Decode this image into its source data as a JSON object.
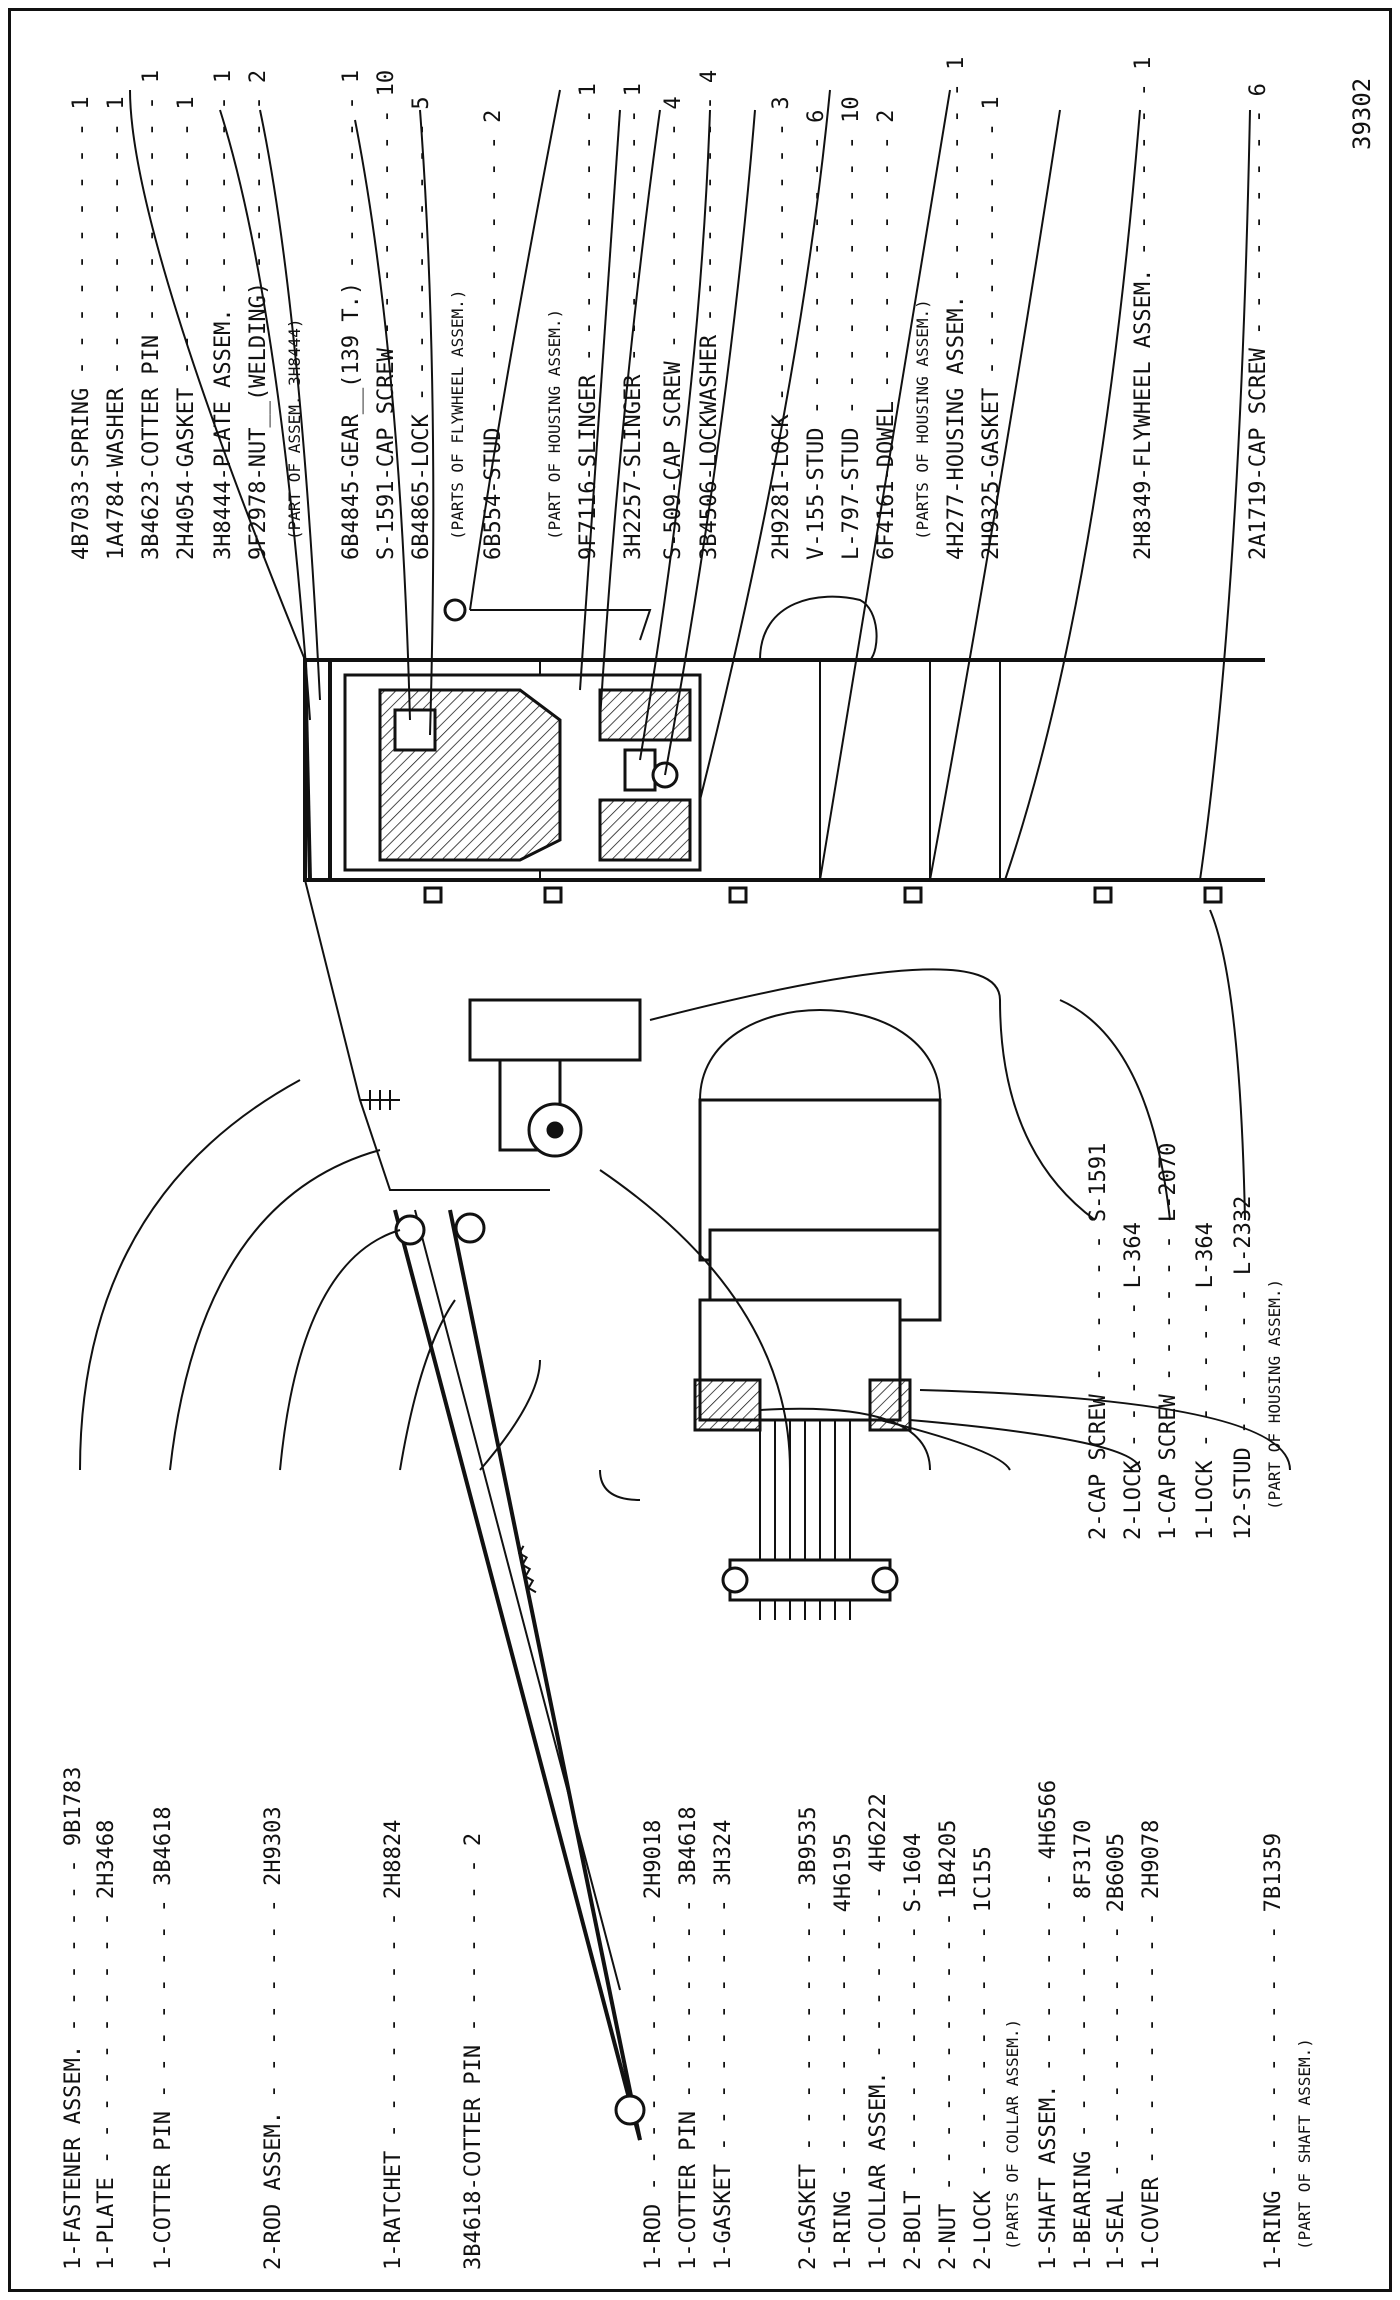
{
  "figure_number": "39302",
  "callouts_right": [
    {
      "kind": "group",
      "lines": [
        {
          "text": "4B7033-SPRING",
          "qty": "1"
        },
        {
          "text": "1A4784-WASHER",
          "qty": "1"
        },
        {
          "text": "3B4623-COTTER PIN",
          "qty": "1"
        }
      ]
    },
    {
      "kind": "single",
      "text": "2H4054-GASKET",
      "qty": "1"
    },
    {
      "kind": "single",
      "text": "3H8444-PLATE ASSEM.",
      "qty": "1"
    },
    {
      "kind": "single",
      "text": "9F2978-NUT__(WELDING)",
      "qty": "2",
      "note": "(PART OF ASSEM. 3H8444)"
    },
    {
      "kind": "group",
      "lines": [
        {
          "text": "6B4845-GEAR__(139 T.)",
          "qty": "1"
        },
        {
          "text": "S-1591-CAP SCREW",
          "qty": "10"
        },
        {
          "text": "6B4865-LOCK",
          "qty": "5"
        }
      ],
      "note": "(PARTS OF FLYWHEEL ASSEM.)"
    },
    {
      "kind": "single",
      "text": "6B554-STUD",
      "qty": "2",
      "note": "(PART OF HOUSING ASSEM.)"
    },
    {
      "kind": "single",
      "text": "9F7116-SLINGER",
      "qty": "1"
    },
    {
      "kind": "single",
      "text": "3H2257-SLINGER",
      "qty": "1"
    },
    {
      "kind": "group",
      "lines": [
        {
          "text": "S-509-CAP SCREW",
          "qty": "4"
        },
        {
          "text": "3B4506-LOCKWASHER",
          "qty": "4"
        }
      ]
    },
    {
      "kind": "single",
      "text": "2H8349-FLYWHEEL ASSEM.",
      "qty": "1"
    },
    {
      "kind": "group",
      "lines": [
        {
          "text": "2A1719-CAP SCREW",
          "qty": "6"
        },
        {
          "text": "2H9281-LOCK",
          "qty": "3"
        }
      ]
    },
    {
      "kind": "group",
      "lines": [
        {
          "text": "V-155-STUD",
          "qty": "6"
        },
        {
          "text": "L-797-STUD",
          "qty": "10"
        },
        {
          "text": "6F4161-DOWEL",
          "qty": "2"
        }
      ],
      "note": "(PARTS OF HOUSING ASSEM.)"
    },
    {
      "kind": "single",
      "text": "4H277-HOUSING ASSEM.",
      "qty": "1"
    },
    {
      "kind": "single",
      "text": "2H9325-GASKET",
      "qty": "1"
    }
  ],
  "callouts_middle": [
    {
      "text": "2-CAP SCREW",
      "part": "S-1591"
    },
    {
      "text": "2-LOCK",
      "part": "L-364"
    },
    {
      "text": "1-CAP SCREW",
      "part": "L-2070"
    },
    {
      "text": "1-LOCK",
      "part": "L-364"
    },
    {
      "text": "12-STUD",
      "part": "L-2332",
      "note": "(PART OF HOUSING ASSEM.)"
    }
  ],
  "callouts_left": [
    {
      "text": "1-FASTENER ASSEM.",
      "part": "9B1783"
    },
    {
      "text": "1-PLATE",
      "part": "2H3468"
    },
    {
      "text": "1-COTTER PIN",
      "part": "3B4618"
    },
    {
      "text": "2-ROD ASSEM.",
      "part": "2H9303"
    },
    {
      "text": "1-RATCHET",
      "part": "2H8824"
    },
    {
      "text": "3B4618-COTTER PIN",
      "part": "2"
    },
    {
      "text": "1-ROD",
      "part": "2H9018"
    },
    {
      "text": "1-COTTER PIN",
      "part": "3B4618"
    },
    {
      "text": "1-GASKET",
      "part": "3H324"
    },
    {
      "text": "2-GASKET",
      "part": "3B9535"
    },
    {
      "text": "1-RING",
      "part": "4H6195"
    },
    {
      "text": "1-COLLAR ASSEM.",
      "part": "4H6222"
    },
    {
      "text": "2-BOLT",
      "part": "S-1604"
    },
    {
      "text": "2-NUT",
      "part": "1B4205"
    },
    {
      "text": "2-LOCK",
      "part": "1C155",
      "note": "(PARTS OF COLLAR ASSEM.)"
    },
    {
      "text": "1-SHAFT ASSEM.",
      "part": "4H6566"
    },
    {
      "text": "1-BEARING",
      "part": "8F3170"
    },
    {
      "text": "1-SEAL",
      "part": "2B6005"
    },
    {
      "text": "1-COVER",
      "part": "2H9078"
    },
    {
      "text": "1-RING",
      "part": "7B1359",
      "note": "(PART OF SHAFT ASSEM.)"
    }
  ]
}
